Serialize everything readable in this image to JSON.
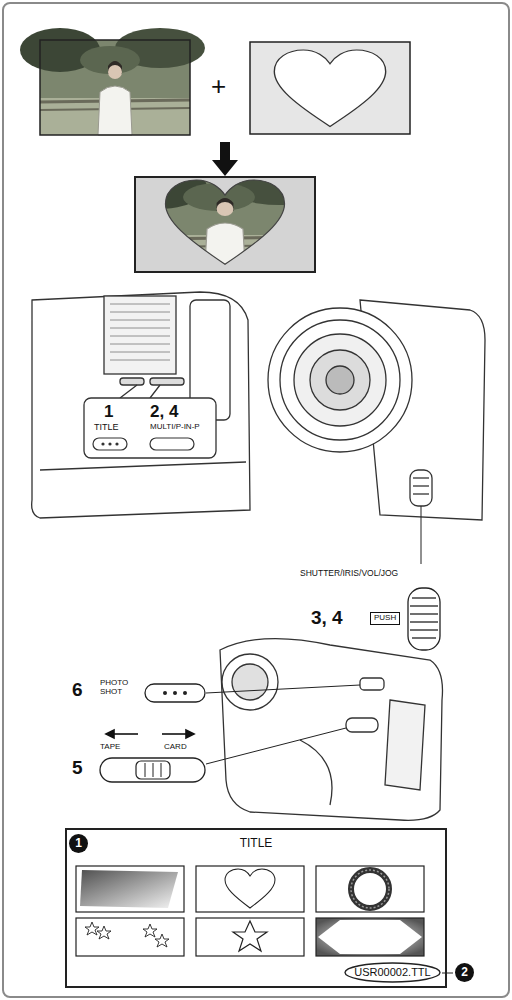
{
  "diagram": {
    "nodes": [
      {
        "text": [
          "TITLE"
        ]
      },
      {
        "text": [
          "USR00002.TTL"
        ],
        "in": 0
      }
    ],
    "labels": [
      "1",
      "TITLE",
      "2, 4",
      "MULTI/P-IN-P",
      "SHUTTER/IRIS/VOL/JOG",
      "3, 4",
      "PUSH",
      "6",
      "PHOTO SHOT",
      "5",
      "TAPE",
      "CARD",
      "1",
      "2",
      "+"
    ]
  }
}
